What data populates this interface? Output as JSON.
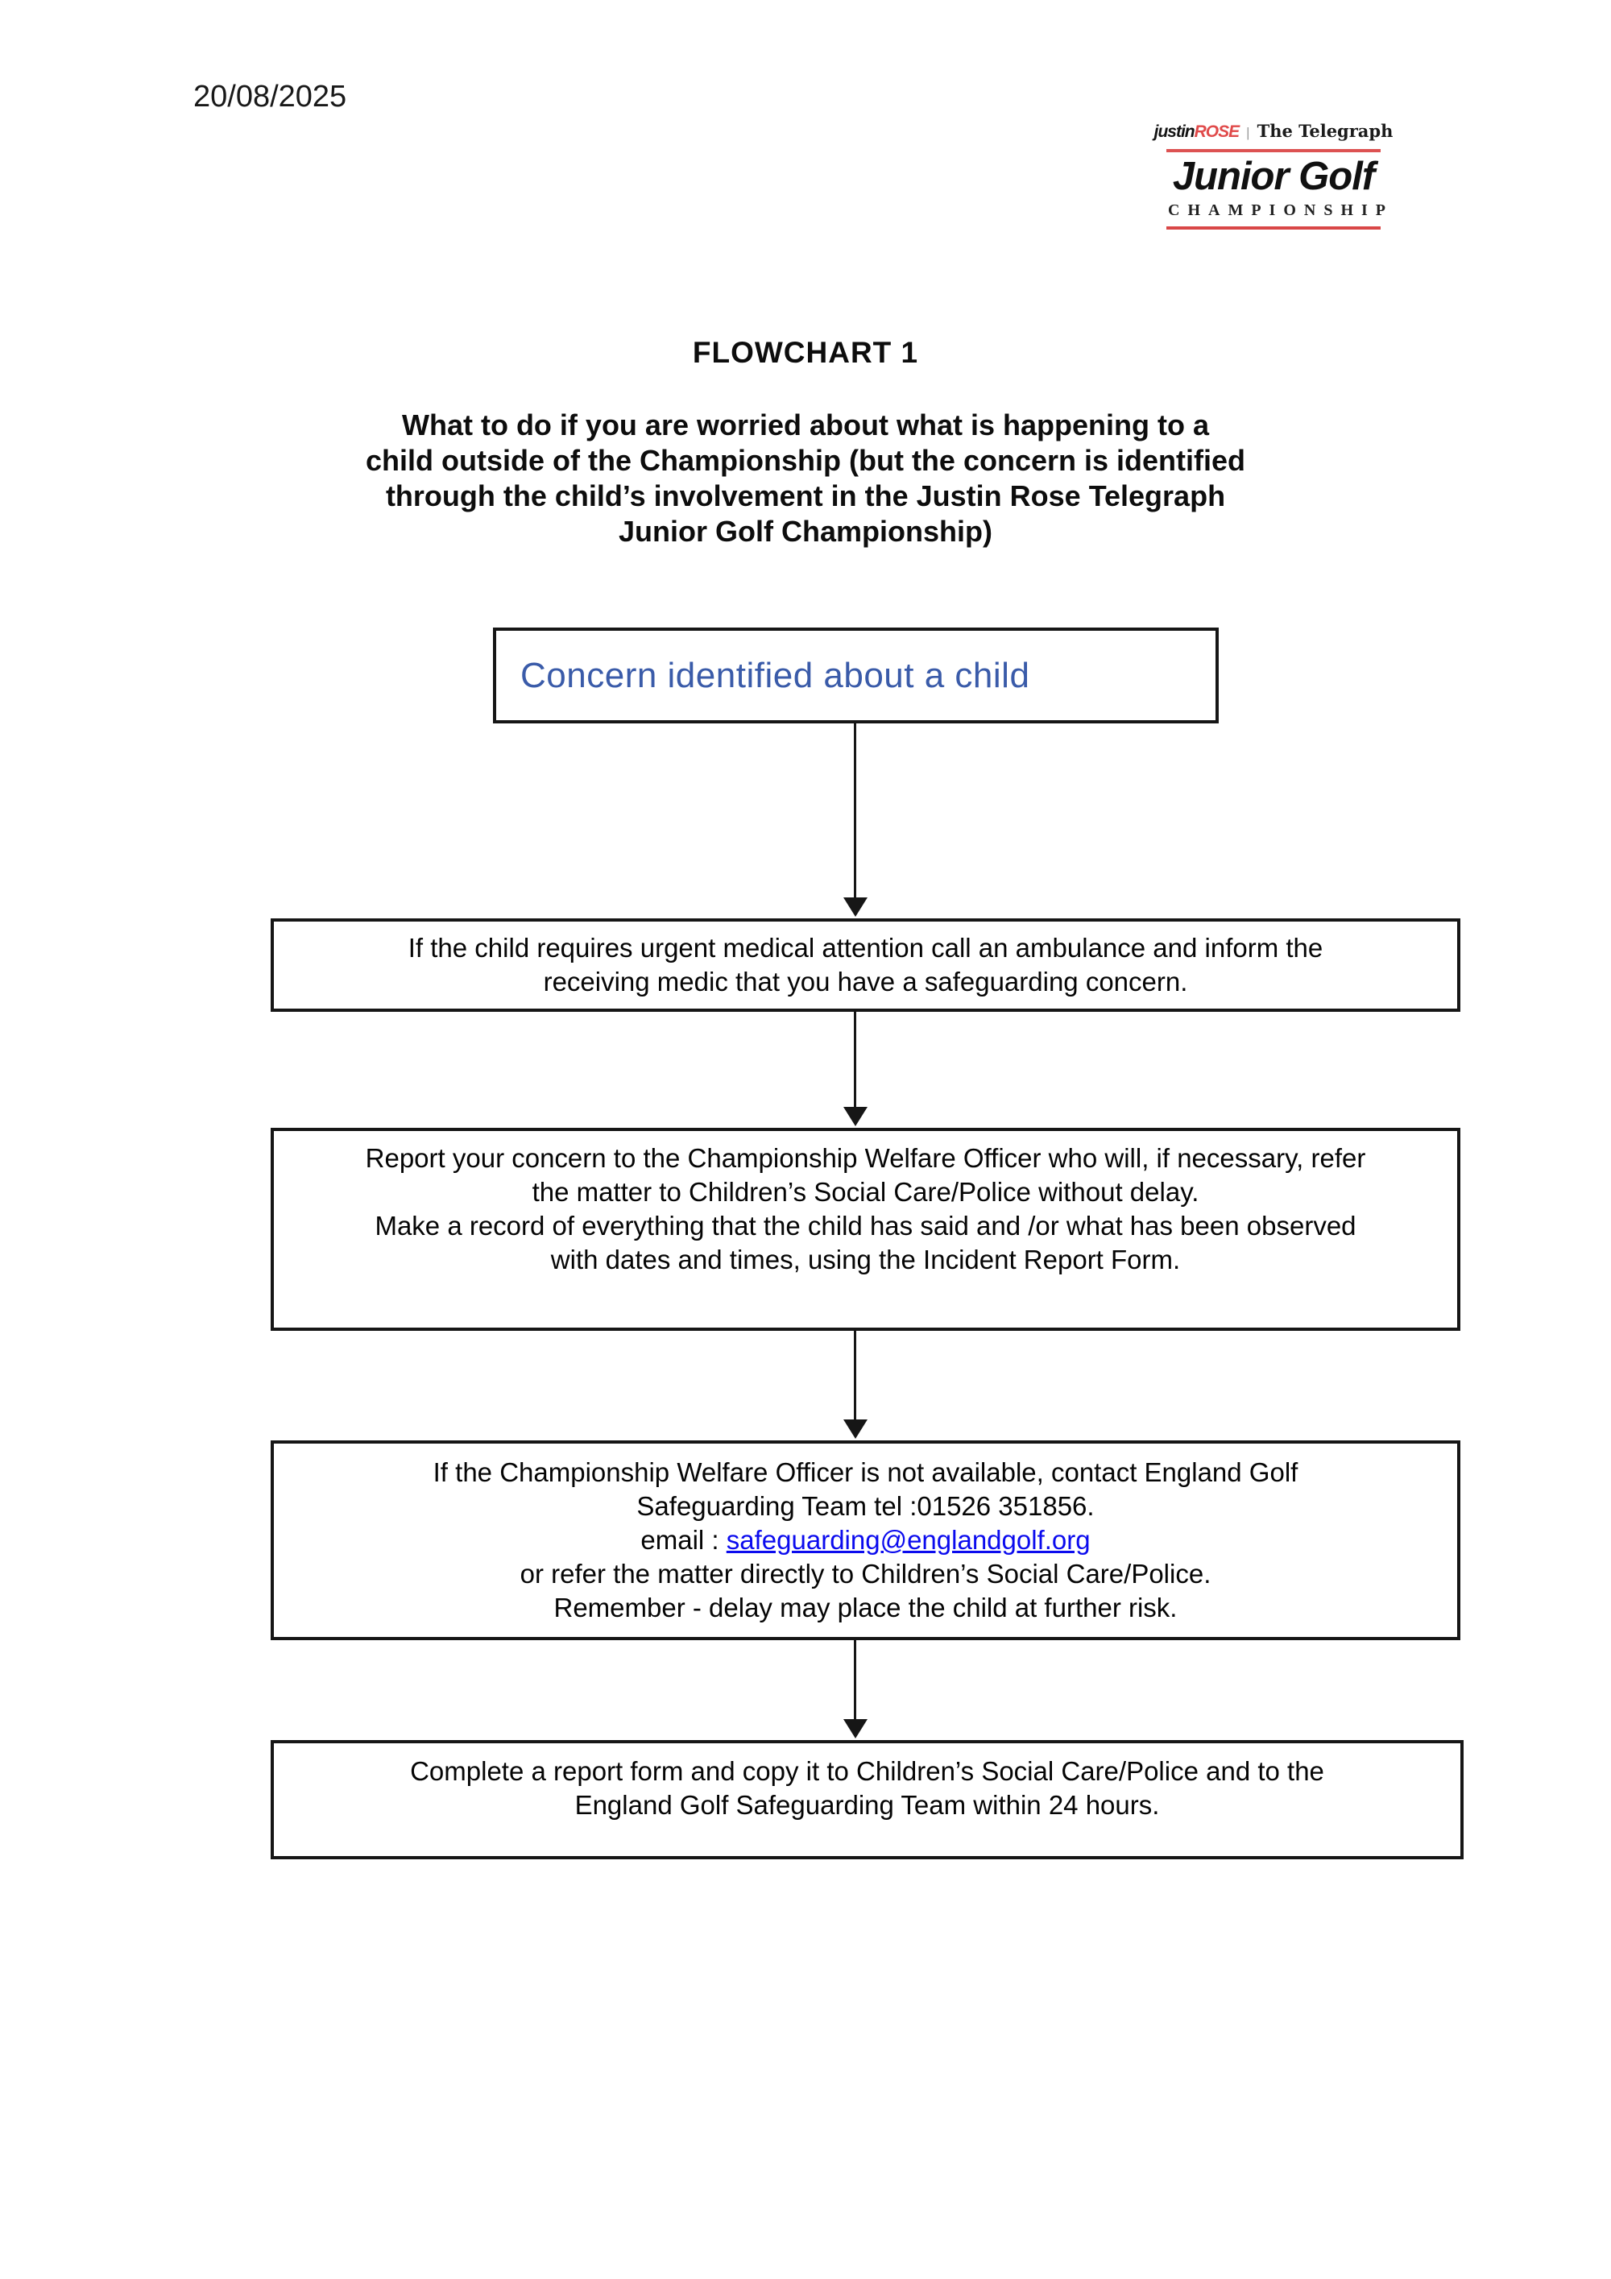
{
  "document": {
    "date": "20/08/2025"
  },
  "logo": {
    "justin": "justin",
    "rose": "ROSE",
    "separator": "|",
    "telegraph": "The Telegraph",
    "title": "Junior Golf",
    "championship": "CHAMPIONSHIP",
    "accent_color": "#d94a4a"
  },
  "heading": {
    "title": "FLOWCHART 1",
    "subtitle_lines": [
      "What to do if you are worried about what is happening to a",
      "child outside of the Championship (but the concern is identified",
      "through the child’s involvement in the Justin Rose Telegraph",
      "Junior Golf Championship)"
    ]
  },
  "flowchart": {
    "box1": {
      "text": "Concern identified about a child",
      "text_color": "#3a5ba9"
    },
    "box2": {
      "lines": [
        "If the child requires urgent medical attention call an ambulance and inform the",
        "receiving medic that you have a safeguarding concern."
      ]
    },
    "box3": {
      "lines": [
        "Report your concern to the Championship Welfare Officer who will, if necessary, refer",
        "the matter to Children’s Social Care/Police without delay.",
        "Make a record of everything that the child has said and /or what has been observed",
        "with dates and times, using the Incident Report Form."
      ]
    },
    "box4": {
      "lines_before": [
        "If the Championship Welfare Officer is not available, contact England Golf",
        "Safeguarding Team tel :01526 351856."
      ],
      "email_prefix": "email : ",
      "email_link": "safeguarding@englandgolf.org",
      "lines_after": [
        "or refer the matter directly to Children’s Social Care/Police.",
        "Remember - delay may place the child at further risk."
      ]
    },
    "box5": {
      "lines": [
        "Complete a report form and copy it to Children’s Social Care/Police and to the",
        "England Golf Safeguarding Team within 24 hours."
      ]
    }
  }
}
